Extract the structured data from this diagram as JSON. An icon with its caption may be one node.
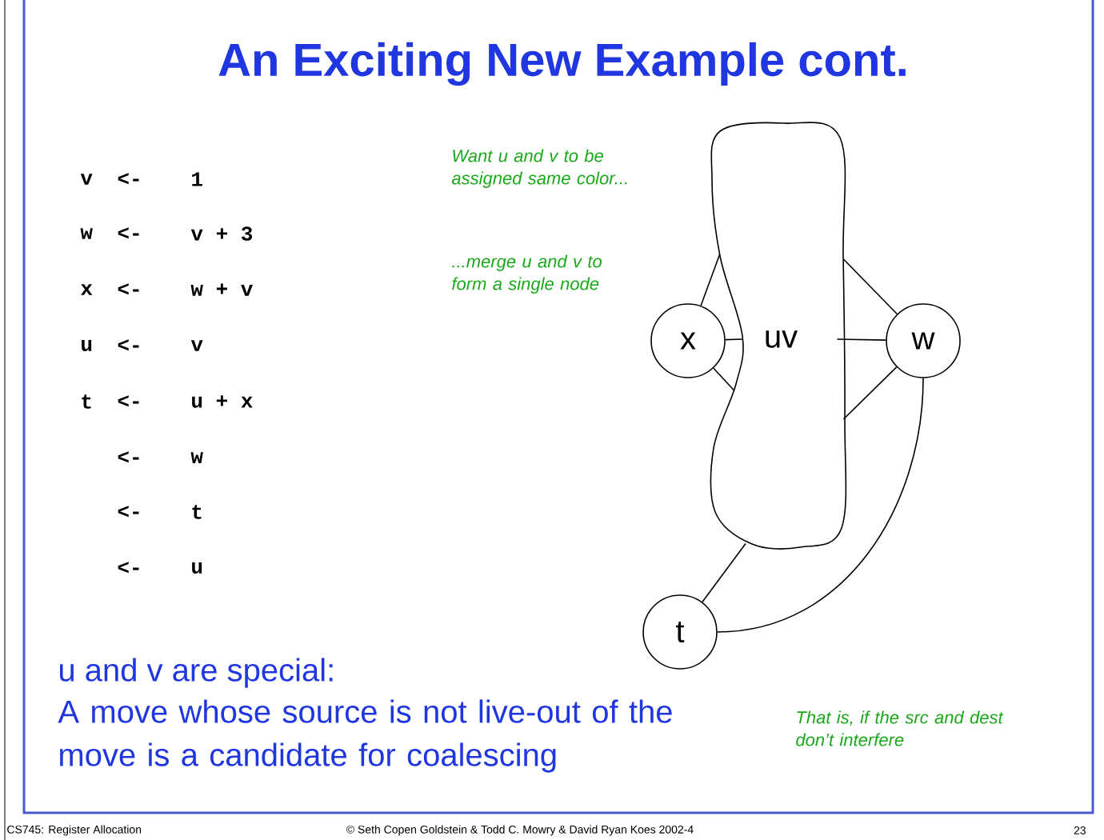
{
  "diagram": {
    "title": "An Exciting New Example cont.",
    "nodes": [
      {
        "text": [
          "uv"
        ]
      },
      {
        "text": [
          "x"
        ]
      },
      {
        "text": [
          "w"
        ]
      },
      {
        "text": [
          "t"
        ]
      }
    ],
    "edges": [
      {
        "from": 1,
        "to": 0,
        "arrow": "none"
      },
      {
        "from": 1,
        "to": 0,
        "arrow": "none"
      },
      {
        "from": 1,
        "to": 0,
        "arrow": "none"
      },
      {
        "from": 2,
        "to": 0,
        "arrow": "none"
      },
      {
        "from": 2,
        "to": 0,
        "arrow": "none"
      },
      {
        "from": 2,
        "to": 0,
        "arrow": "none"
      },
      {
        "from": 3,
        "to": 0,
        "arrow": "none"
      },
      {
        "from": 3,
        "to": 2,
        "arrow": "none"
      }
    ],
    "labels": [
      "v",
      "<-",
      "1",
      "w",
      "<-",
      "v + 3",
      "x",
      "<-",
      "w + v",
      "u",
      "<-",
      "v",
      "t",
      "<-",
      "u + x",
      "<-",
      "w",
      "<-",
      "t",
      "<-",
      "u",
      "Want u and v to be assigned same color...",
      "...merge u and v to form a single node",
      "u and v are special:",
      "A move whose source is not live-out of the move is a candidate for coalescing",
      "That is, if the src and dest don’t interfere",
      "CS745: Register Allocation",
      "© Seth Copen Goldstein & Todd C. Mowry & David Ryan Koes 2002-4",
      "23"
    ]
  }
}
